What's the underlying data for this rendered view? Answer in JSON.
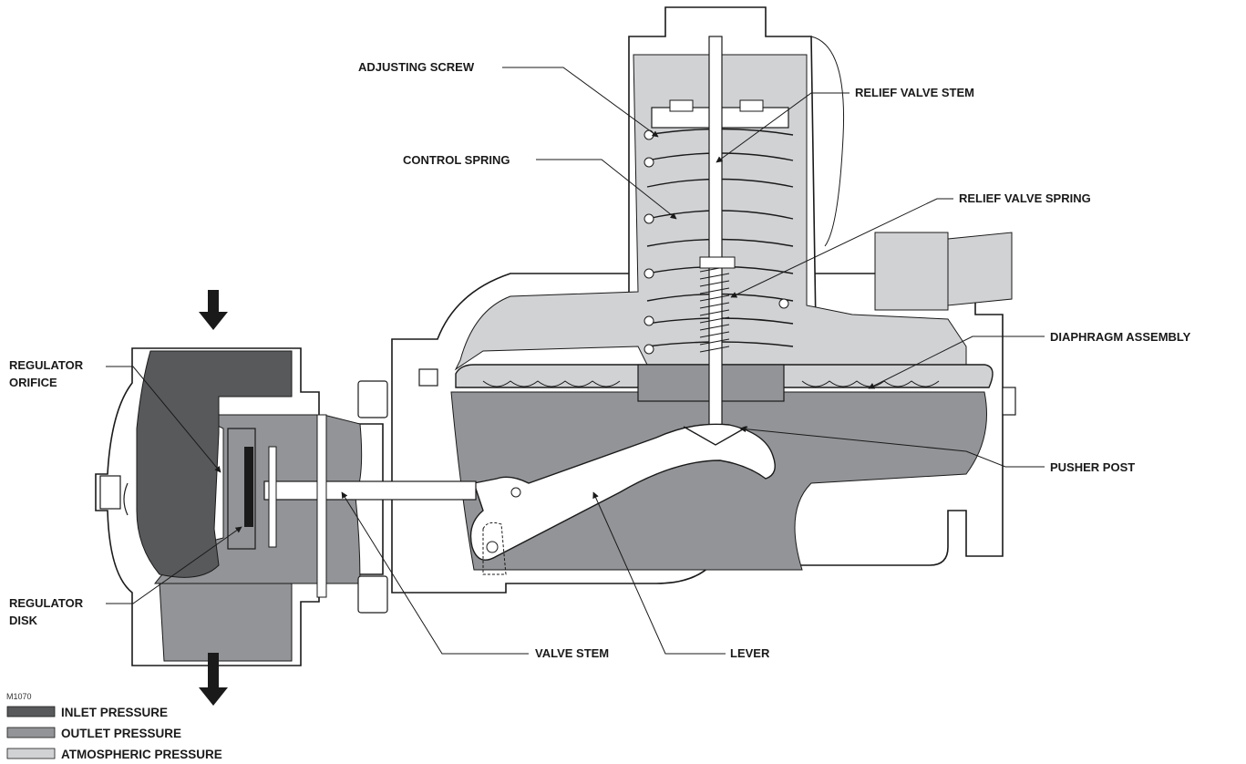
{
  "figure_code": "M1070",
  "colors": {
    "inlet": "#58595b",
    "outlet": "#929497",
    "atmospheric": "#d1d2d4",
    "outline": "#1a1a1a"
  },
  "callouts": {
    "adjusting_screw": "ADJUSTING SCREW",
    "relief_valve_stem": "RELIEF VALVE STEM",
    "control_spring": "CONTROL SPRING",
    "relief_valve_spring": "RELIEF VALVE SPRING",
    "regulator_orifice_1": "REGULATOR",
    "regulator_orifice_2": "ORIFICE",
    "diaphragm_assembly": "DIAPHRAGM ASSEMBLY",
    "pusher_post": "PUSHER POST",
    "regulator_disk_1": "REGULATOR",
    "regulator_disk_2": "DISK",
    "valve_stem": "VALVE STEM",
    "lever": "LEVER"
  },
  "legend": [
    {
      "label": "INLET PRESSURE",
      "color": "#58595b"
    },
    {
      "label": "OUTLET PRESSURE",
      "color": "#929497"
    },
    {
      "label": "ATMOSPHERIC PRESSURE",
      "color": "#d1d2d4"
    }
  ]
}
